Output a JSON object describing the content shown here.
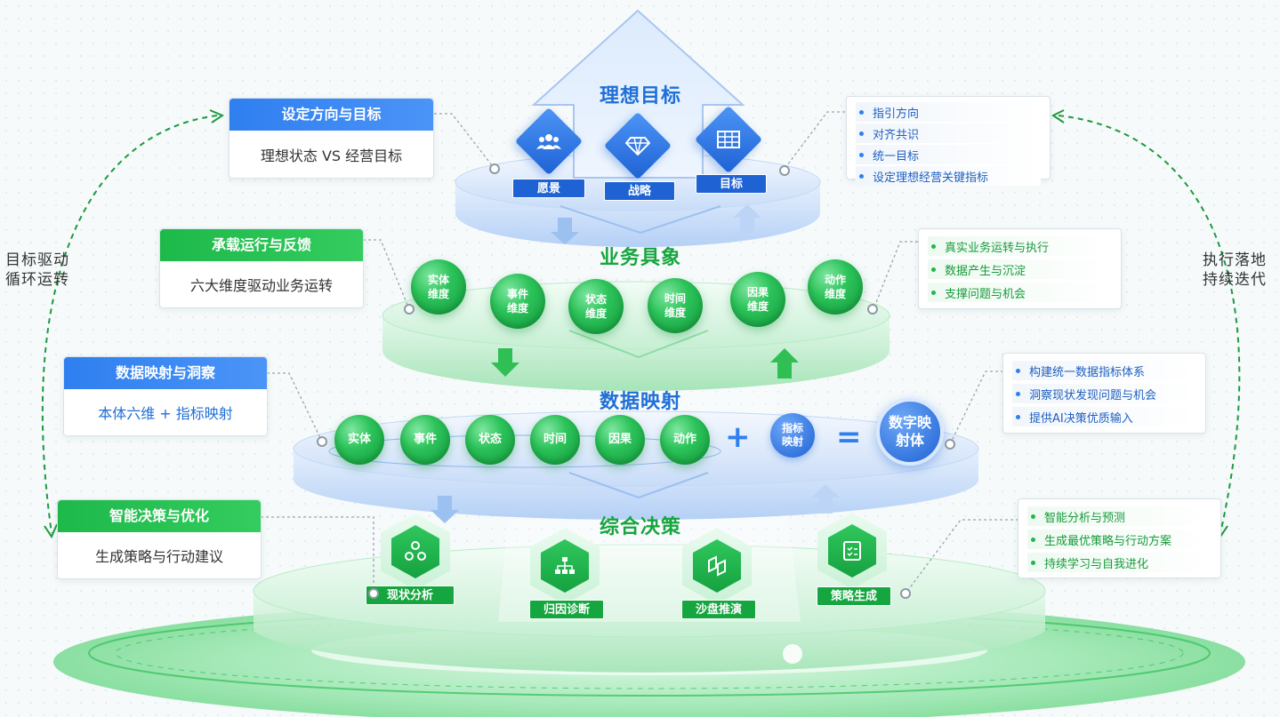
{
  "side": {
    "left": "目标驱动\n循环运转",
    "right": "执行落地\n持续迭代"
  },
  "layers": {
    "ideal": "理想目标",
    "business": "业务具象",
    "mapping": "数据映射",
    "decision": "综合决策"
  },
  "ideal_items": [
    "愿景",
    "战略",
    "目标"
  ],
  "business_spheres": [
    "实体\n维度",
    "事件\n维度",
    "状态\n维度",
    "时间\n维度",
    "因果\n维度",
    "动作\n维度"
  ],
  "mapping_spheres": [
    "实体",
    "事件",
    "状态",
    "时间",
    "因果",
    "动作"
  ],
  "mapping_ops": {
    "plus": "+",
    "equals": "=",
    "index": "指标\n映射",
    "twin": "数字映\n射体"
  },
  "decision_items": [
    "现状分析",
    "归因诊断",
    "沙盘推演",
    "策略生成"
  ],
  "callouts": [
    {
      "head": "设定方向与目标",
      "body": "理想状态 VS 经营目标"
    },
    {
      "head": "承载运行与反馈",
      "body": "六大维度驱动业务运转"
    },
    {
      "head": "数据映射与洞察",
      "body": "本体六维 + 指标映射"
    },
    {
      "head": "智能决策与优化",
      "body": "生成策略与行动建议"
    }
  ],
  "bullets": [
    [
      "指引方向",
      "对齐共识",
      "统一目标",
      "设定理想经营关键指标"
    ],
    [
      "真实业务运转与执行",
      "数据产生与沉淀",
      "支撑问题与机会"
    ],
    [
      "构建统一数据指标体系",
      "洞察现状发现问题与机会",
      "提供AI决策优质输入"
    ],
    [
      "智能分析与预测",
      "生成最优策略与行动方案",
      "持续学习与自我进化"
    ]
  ],
  "colors": {
    "blue": "#2f7ff0",
    "green": "#1db94a",
    "dark_blue": "#1e62d4",
    "dark_green": "#16a640"
  },
  "icons": {
    "ideal": [
      "team-icon",
      "diamond-gem-icon",
      "target-table-icon"
    ],
    "decision": [
      "analysis-icon",
      "hierarchy-icon",
      "sandbox-icon",
      "checklist-icon"
    ]
  }
}
